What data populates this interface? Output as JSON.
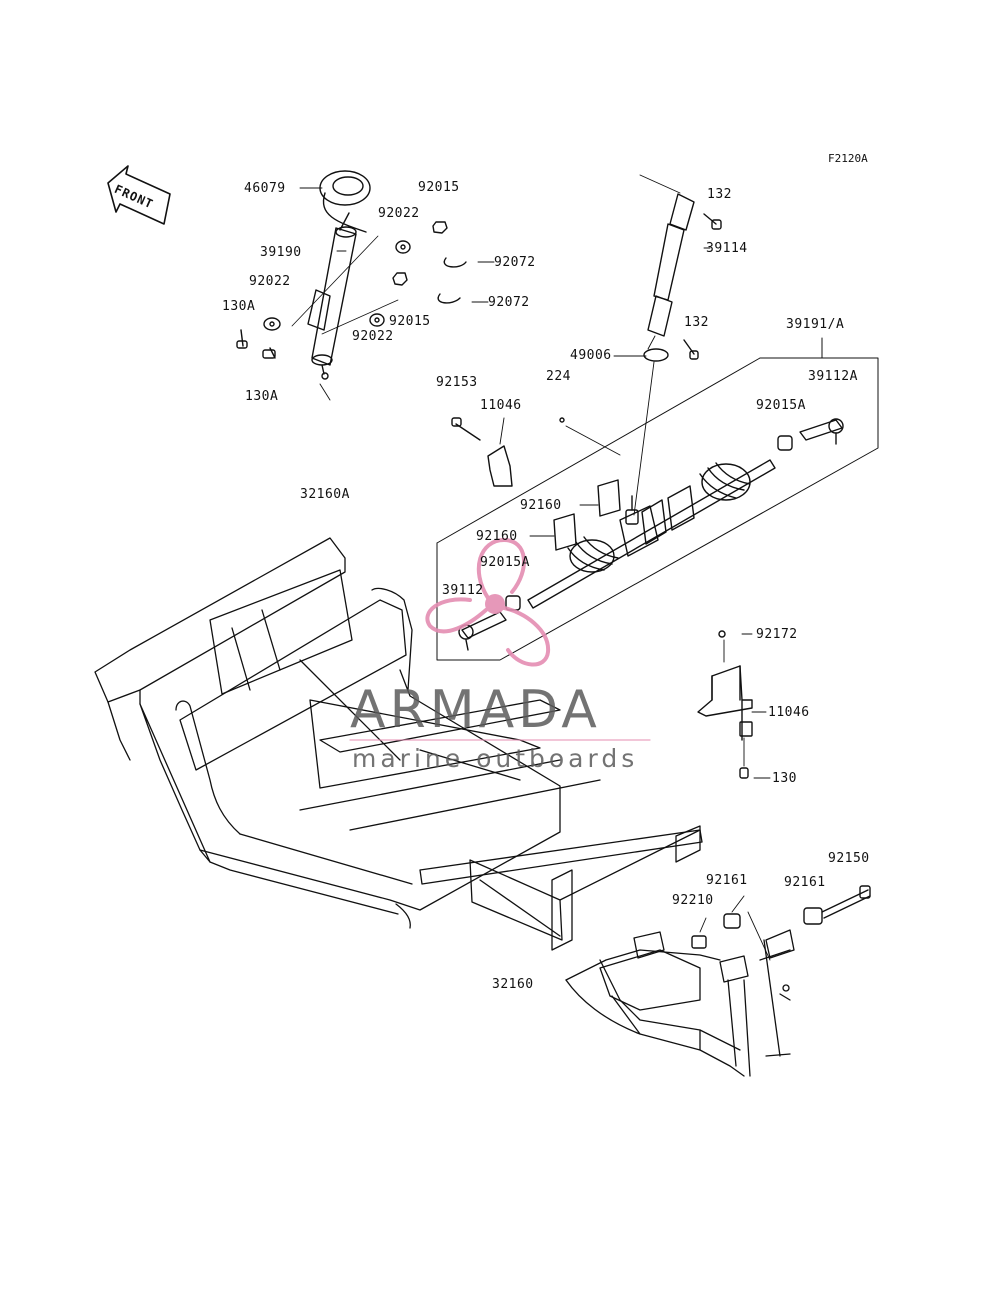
{
  "figure_code": "F2120A",
  "direction_marker": "FRONT",
  "watermark": {
    "brand": "ARMADA",
    "tagline": "marine outboards",
    "accent_color": "#e48db2",
    "text_color": "#5b5b5b"
  },
  "labels": [
    {
      "id": "46079",
      "text": "46079"
    },
    {
      "id": "92015-a",
      "text": "92015"
    },
    {
      "id": "92022-a",
      "text": "92022"
    },
    {
      "id": "39190",
      "text": "39190"
    },
    {
      "id": "92072-a",
      "text": "92072"
    },
    {
      "id": "92022-b",
      "text": "92022"
    },
    {
      "id": "130A-a",
      "text": "130A"
    },
    {
      "id": "92072-b",
      "text": "92072"
    },
    {
      "id": "92015-b",
      "text": "92015"
    },
    {
      "id": "92022-c",
      "text": "92022"
    },
    {
      "id": "130A-b",
      "text": "130A"
    },
    {
      "id": "132-a",
      "text": "132"
    },
    {
      "id": "39114",
      "text": "39114"
    },
    {
      "id": "132-b",
      "text": "132"
    },
    {
      "id": "39191A",
      "text": "39191/A"
    },
    {
      "id": "49006",
      "text": "49006"
    },
    {
      "id": "224",
      "text": "224"
    },
    {
      "id": "39112A",
      "text": "39112A"
    },
    {
      "id": "92153",
      "text": "92153"
    },
    {
      "id": "11046-a",
      "text": "11046"
    },
    {
      "id": "92015A-a",
      "text": "92015A"
    },
    {
      "id": "92160-a",
      "text": "92160"
    },
    {
      "id": "92160-b",
      "text": "92160"
    },
    {
      "id": "92015A-b",
      "text": "92015A"
    },
    {
      "id": "39112",
      "text": "39112"
    },
    {
      "id": "32160A",
      "text": "32160A"
    },
    {
      "id": "92172",
      "text": "92172"
    },
    {
      "id": "11046-b",
      "text": "11046"
    },
    {
      "id": "130",
      "text": "130"
    },
    {
      "id": "92150",
      "text": "92150"
    },
    {
      "id": "92161-a",
      "text": "92161"
    },
    {
      "id": "92161-b",
      "text": "92161"
    },
    {
      "id": "92210",
      "text": "92210"
    },
    {
      "id": "32160",
      "text": "32160"
    }
  ]
}
